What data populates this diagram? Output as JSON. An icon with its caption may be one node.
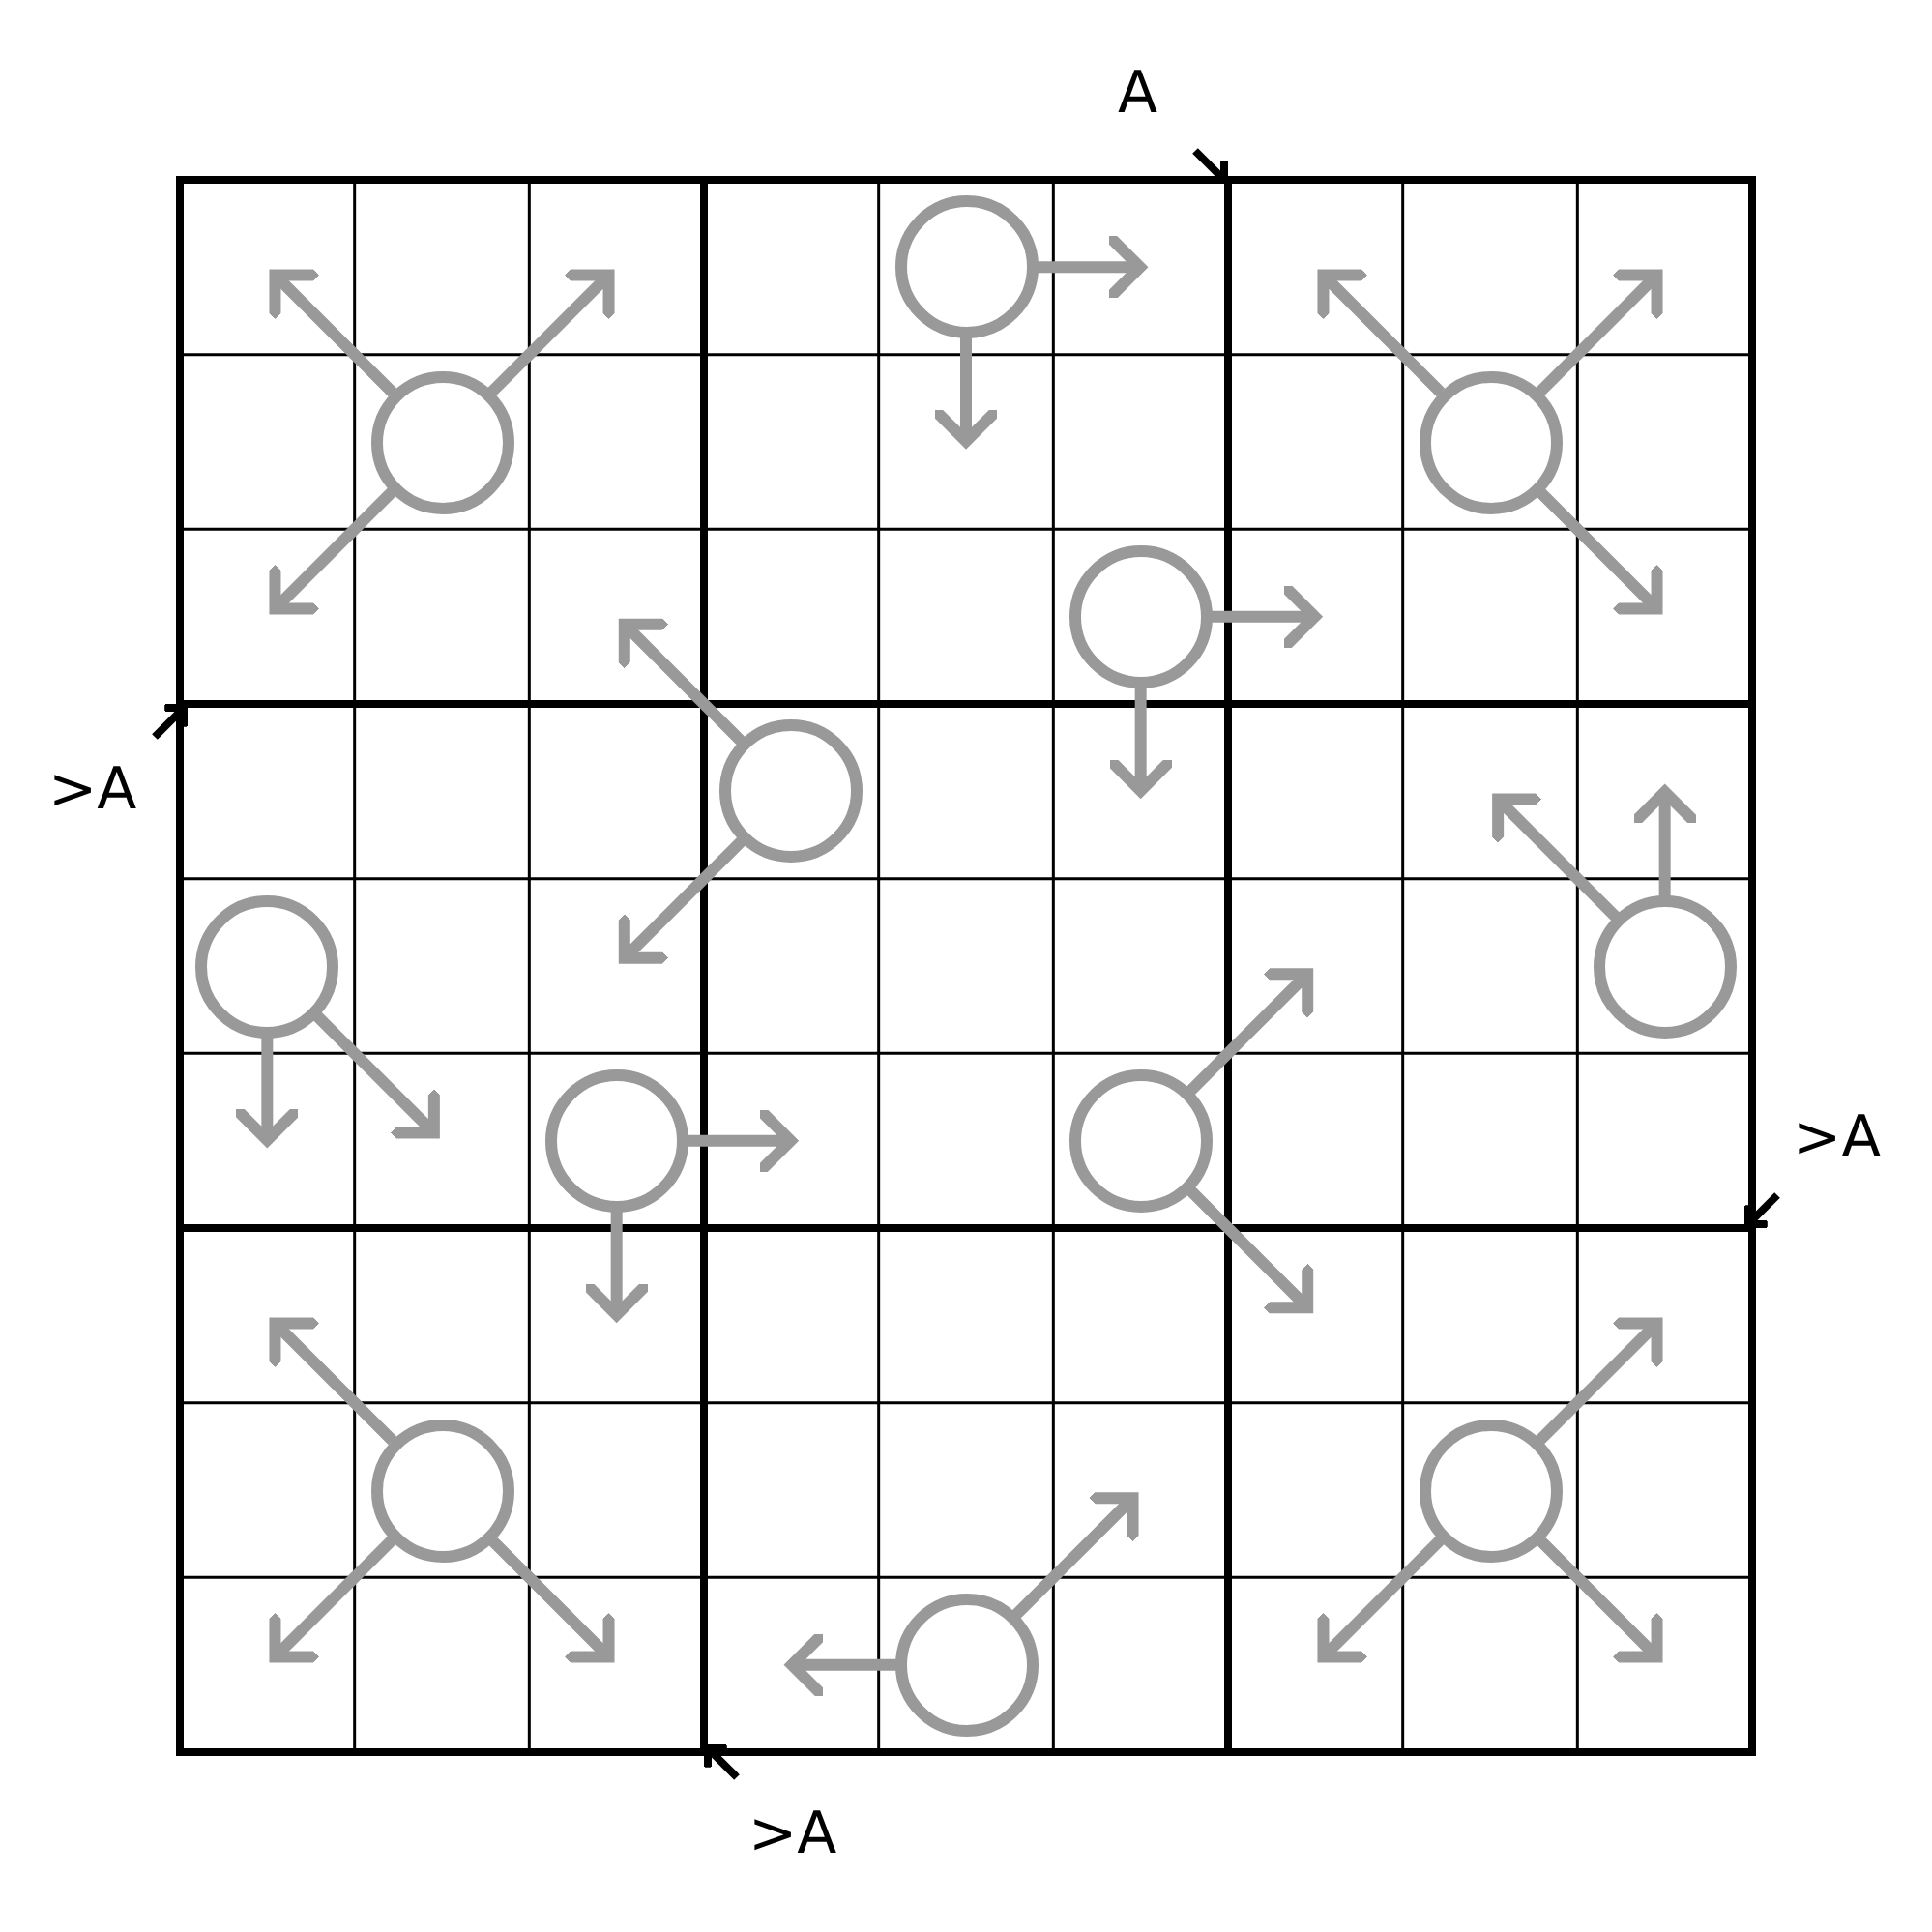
{
  "diagram": {
    "nodes": [
      {
        "text": [],
        "shape": "circle"
      },
      {
        "text": [],
        "shape": "circle"
      },
      {
        "text": [],
        "shape": "circle"
      },
      {
        "text": [],
        "shape": "circle"
      },
      {
        "text": [],
        "shape": "circle"
      },
      {
        "text": [],
        "shape": "circle"
      },
      {
        "text": [],
        "shape": "circle"
      },
      {
        "text": [],
        "shape": "circle"
      },
      {
        "text": [],
        "shape": "circle"
      },
      {
        "text": [],
        "shape": "circle"
      },
      {
        "text": [],
        "shape": "circle"
      },
      {
        "text": [],
        "shape": "circle"
      }
    ],
    "edges": [
      {
        "from": 0,
        "to": null,
        "arrow": "to"
      },
      {
        "from": 0,
        "to": null,
        "arrow": "to"
      },
      {
        "from": 0,
        "to": null,
        "arrow": "to"
      },
      {
        "from": 1,
        "to": null,
        "arrow": "to"
      },
      {
        "from": 1,
        "to": null,
        "arrow": "to"
      },
      {
        "from": 2,
        "to": null,
        "arrow": "to"
      },
      {
        "from": 2,
        "to": null,
        "arrow": "to"
      },
      {
        "from": 2,
        "to": null,
        "arrow": "to"
      },
      {
        "from": 3,
        "to": null,
        "arrow": "to"
      },
      {
        "from": 3,
        "to": null,
        "arrow": "to"
      },
      {
        "from": 4,
        "to": null,
        "arrow": "to"
      },
      {
        "from": 4,
        "to": null,
        "arrow": "to"
      },
      {
        "from": 5,
        "to": null,
        "arrow": "to"
      },
      {
        "from": 5,
        "to": null,
        "arrow": "to"
      },
      {
        "from": 6,
        "to": null,
        "arrow": "to"
      },
      {
        "from": 6,
        "to": null,
        "arrow": "to"
      },
      {
        "from": 7,
        "to": null,
        "arrow": "to"
      },
      {
        "from": 7,
        "to": null,
        "arrow": "to"
      },
      {
        "from": 8,
        "to": null,
        "arrow": "to"
      },
      {
        "from": 8,
        "to": null,
        "arrow": "to"
      },
      {
        "from": 9,
        "to": null,
        "arrow": "to"
      },
      {
        "from": 9,
        "to": null,
        "arrow": "to"
      },
      {
        "from": 9,
        "to": null,
        "arrow": "to"
      },
      {
        "from": 10,
        "to": null,
        "arrow": "to"
      },
      {
        "from": 10,
        "to": null,
        "arrow": "to"
      },
      {
        "from": 11,
        "to": null,
        "arrow": "to"
      },
      {
        "from": 11,
        "to": null,
        "arrow": "to"
      },
      {
        "from": 11,
        "to": null,
        "arrow": "to"
      }
    ],
    "labels": [
      "A",
      ">A",
      ">A",
      ">A"
    ]
  }
}
